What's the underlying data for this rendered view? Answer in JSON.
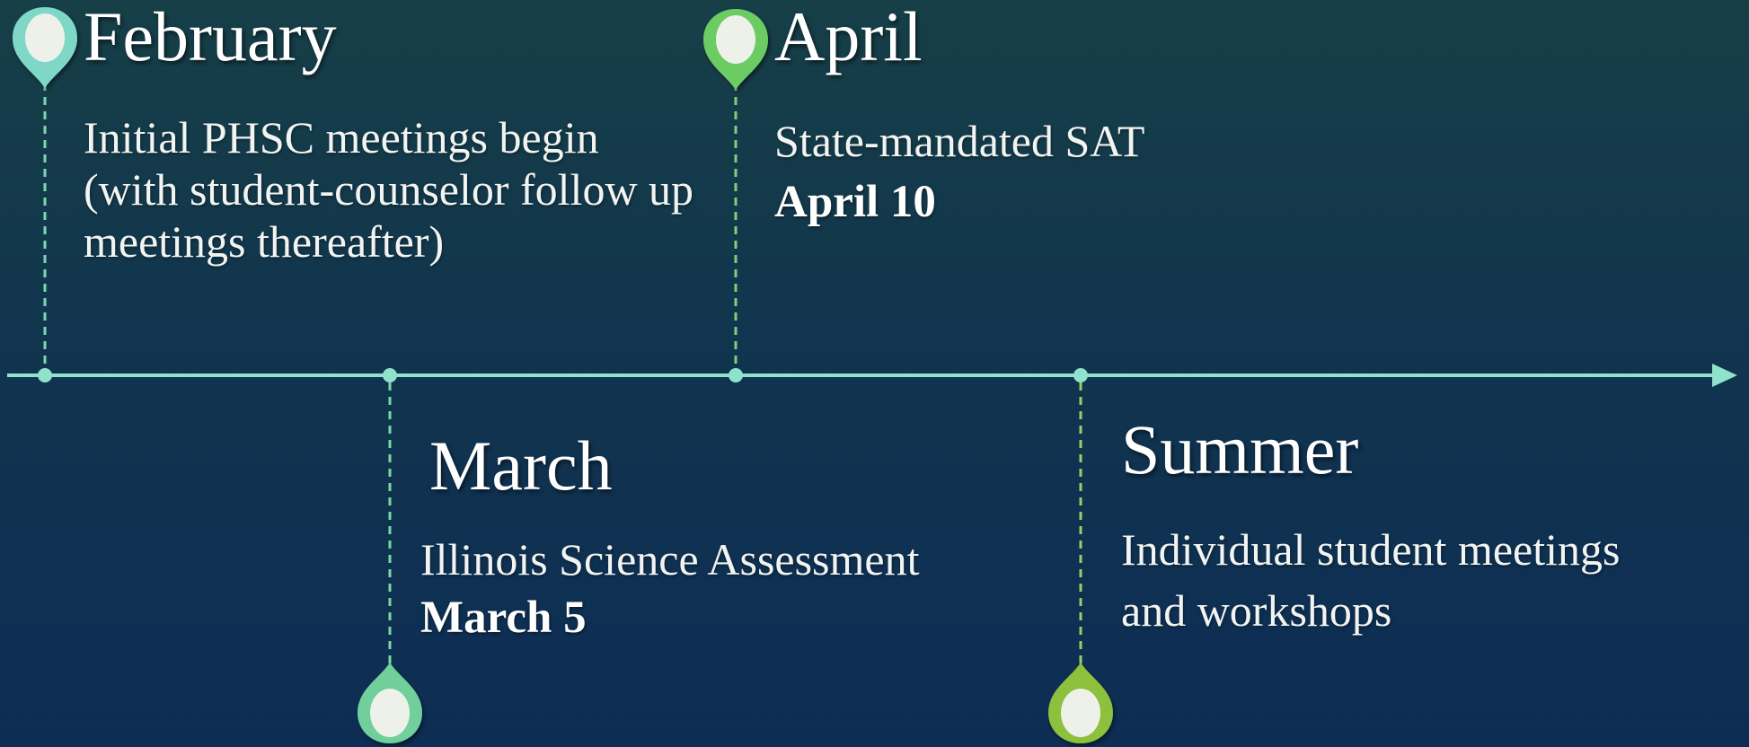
{
  "events": [
    {
      "id": "february",
      "heading": "February",
      "description": "Initial PHSC meetings begin (with student-counselor follow up meetings thereafter)",
      "date": "",
      "pin_color": "#7fd8c7"
    },
    {
      "id": "march",
      "heading": "March",
      "description": "Illinois Science Assessment",
      "date": "March 5",
      "pin_color": "#6fcf9a"
    },
    {
      "id": "april",
      "heading": "April",
      "description": "State-mandated SAT",
      "date": "April 10",
      "pin_color": "#6ccb62"
    },
    {
      "id": "summer",
      "heading": "Summer",
      "description": "Individual student meetings and workshops",
      "date": "",
      "pin_color": "#8cc03c"
    }
  ],
  "colors": {
    "timeline": "#8fe3cc",
    "connector": "#7cd6a0",
    "pin_inner": "#eef1ea"
  }
}
